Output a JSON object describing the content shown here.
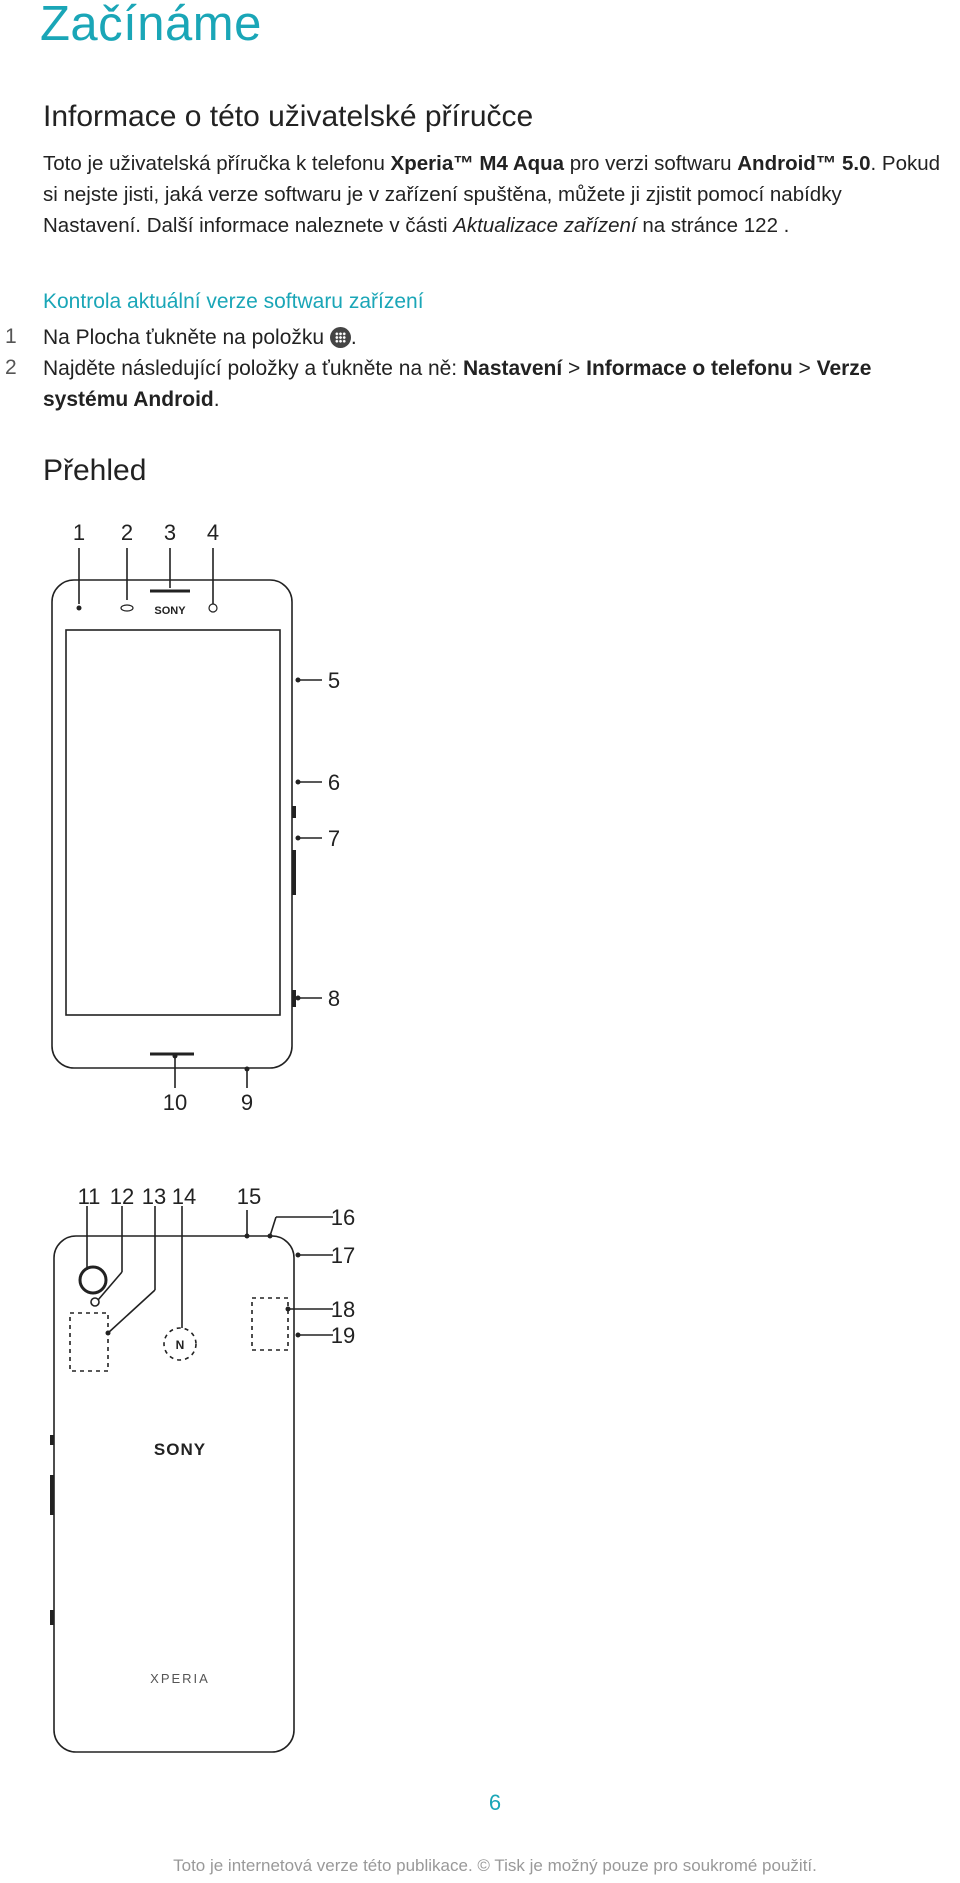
{
  "chapter_title": "Začínáme",
  "section1": {
    "title": "Informace o této uživatelské příručce",
    "para": {
      "t1": "Toto je uživatelská příručka k telefonu ",
      "b1": "Xperia™ M4 Aqua",
      "t2": " pro verzi softwaru ",
      "b2": "Android™ 5.0",
      "t3": ". Pokud si nejste jisti, jaká verze softwaru je v zařízení spuštěna, můžete ji zjistit pomocí nabídky Nastavení. Další informace naleznete v části ",
      "i1": "Aktualizace zařízení",
      "t4": " na stránce 122 ."
    }
  },
  "procedure": {
    "title": "Kontrola aktuální verze softwaru zařízení",
    "steps": [
      {
        "num": "1",
        "text": "Na Plocha ťukněte na položku ",
        "end": "."
      },
      {
        "num": "2",
        "text": "Najděte následující položky a ťukněte na ně: ",
        "b1": "Nastavení",
        "sep1": " > ",
        "b2": "Informace o telefonu",
        "sep2": " > ",
        "b3": "Verze systému Android",
        "end": "."
      }
    ],
    "icon": "apps-grid-icon"
  },
  "section2": {
    "title": "Přehled"
  },
  "diagram": {
    "brand_front": "SONY",
    "brand_back": "SONY",
    "model_back": "XPERIA",
    "nfc_symbol": "N",
    "front_labels": [
      "1",
      "2",
      "3",
      "4",
      "5",
      "6",
      "7",
      "8",
      "9",
      "10"
    ],
    "back_labels": [
      "11",
      "12",
      "13",
      "14",
      "15",
      "16",
      "17",
      "18",
      "19"
    ]
  },
  "page_number": "6",
  "footer": "Toto je internetová verze této publikace. © Tisk je možný pouze pro soukromé použití."
}
